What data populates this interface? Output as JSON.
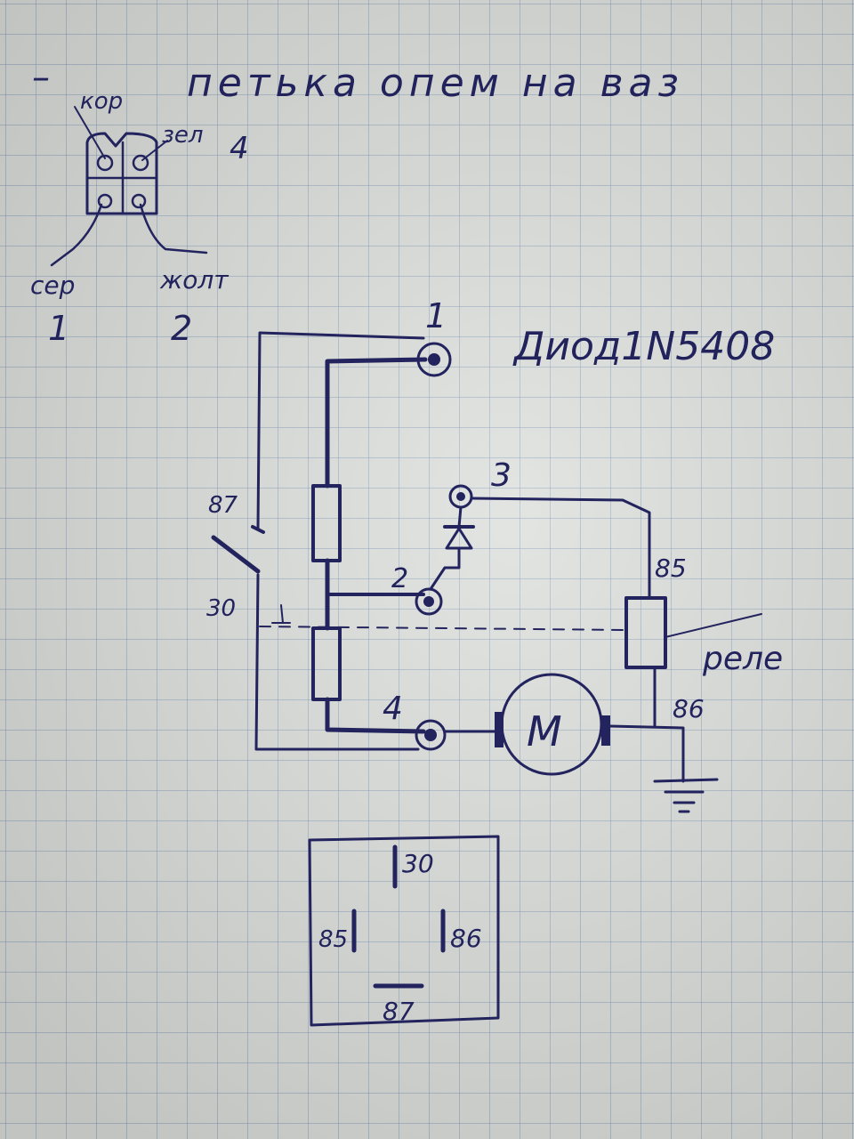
{
  "heading": "петька опем на ваз",
  "diode_note": "Диод1N5408",
  "connector": {
    "minus_sign": "–",
    "wire_kor": "кор",
    "wire_zel": "зел",
    "wire_zel_num": "4",
    "wire_ser": "сер",
    "wire_ser_num": "1",
    "wire_zhelt": "жолт",
    "wire_zhelt_num": "2"
  },
  "schematic": {
    "node_1": "1",
    "node_2": "2",
    "node_3": "3",
    "node_4": "4",
    "pin_87": "87",
    "pin_30": "30",
    "pin_85": "85",
    "pin_86": "86",
    "relay_label": "реле",
    "motor_symbol": "M"
  },
  "relay_pinout": {
    "pin_30": "30",
    "pin_85": "85",
    "pin_86": "86",
    "pin_87": "87"
  },
  "colors": {
    "ink": "#23235e",
    "grid": "#7896b9",
    "paper": "#dcdfdb"
  }
}
